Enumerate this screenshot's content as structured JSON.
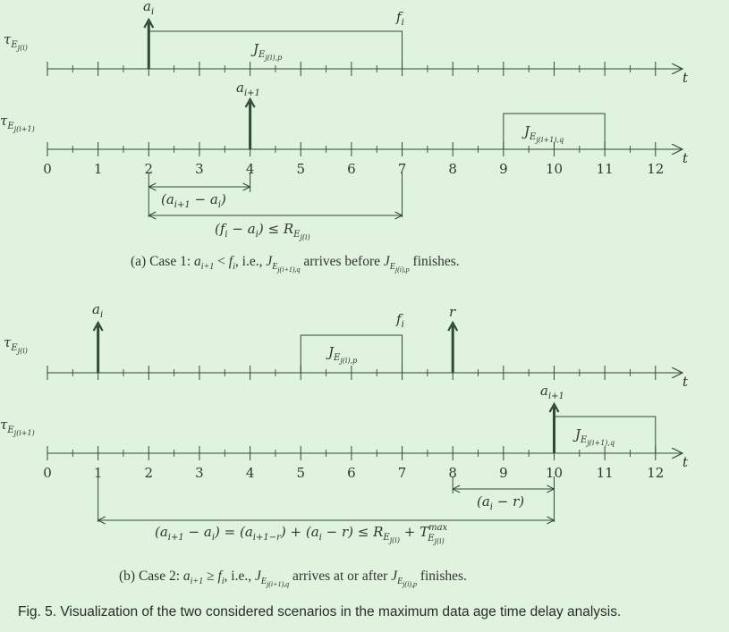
{
  "axis_var": "t",
  "ticks": [
    "0",
    "1",
    "2",
    "3",
    "4",
    "5",
    "6",
    "7",
    "8",
    "9",
    "10",
    "11",
    "12"
  ],
  "task_label_base": "τ",
  "task_sub_i": "E",
  "task_sub_j_i": "j(i)",
  "task_sub_j_i1": "j(i+1)",
  "case_a": {
    "caption_prefix": "(a) Case 1: ",
    "caption_cond": "a",
    "caption_cond_sub": "i+1",
    "caption_lt": " < ",
    "caption_fi": "f",
    "caption_fi_sub": "i",
    "caption_ie": ", i.e., ",
    "caption_job": "J",
    "caption_job_sub_1": "E",
    "caption_job_sub_1b": "j(i+1),q",
    "caption_mid": " arrives before ",
    "caption_job2_sub": "j(i),p",
    "caption_end": " finishes.",
    "arrival_label": "a",
    "arrival_sub": "i",
    "arrival2_sub": "i+1",
    "finish_label": "f",
    "finish_sub": "i",
    "job_p_sub": "j(i),p",
    "job_q_sub": "j(i+1),q",
    "gap1_text": "(a",
    "gap1_sub": "i+1",
    "gap1_rest": " − a",
    "gap1_sub2": "i",
    "gap1_close": ")",
    "gap2_text": "(f",
    "gap2_sub": "i",
    "gap2_rest": " − a",
    "gap2_sub2": "i",
    "gap2_close": ") ≤ R",
    "gap2_R_sub": "E",
    "gap2_R_sub2": "j(i)",
    "arrival_i_t": 2,
    "finish_i_t": 7,
    "arrival_i1_t": 4,
    "job_q_start_t": 9,
    "job_q_end_t": 11
  },
  "case_b": {
    "caption_prefix": "(b) Case 2: ",
    "caption_geq": " ≥ ",
    "caption_mid": " arrives at or after ",
    "caption_end": " finishes.",
    "r_label": "r",
    "gap1_text": "(a",
    "gap1_sub": "i",
    "gap1_rest": " − r)",
    "long_eq": "(a",
    "long_eq_sub1": "i+1",
    "long_eq_p2": " − a",
    "long_eq_sub2": "i",
    "long_eq_p3": ") = (a",
    "long_eq_sub3": "i+1−r",
    "long_eq_p4": ") + (a",
    "long_eq_sub4": "i",
    "long_eq_p5": " − r) ≤ R",
    "long_eq_R_sub": "E",
    "long_eq_R_sub2": "j(i)",
    "long_eq_p6": " + T",
    "long_eq_T_sup": "max",
    "long_eq_T_sub": "E",
    "long_eq_T_sub2": "j(i)",
    "arrival_i_t": 1,
    "job_p_start_t": 5,
    "finish_i_t": 7,
    "r_t": 8,
    "arrival_i1_t": 10,
    "job_q_end_t": 12
  },
  "figure_caption": "Fig. 5.  Visualization of the two considered scenarios in the maximum data age time delay analysis.",
  "colors": {
    "background": "#dff3df",
    "line": "#2f4a35",
    "arrow": "#2f4a35",
    "text": "#333333"
  }
}
